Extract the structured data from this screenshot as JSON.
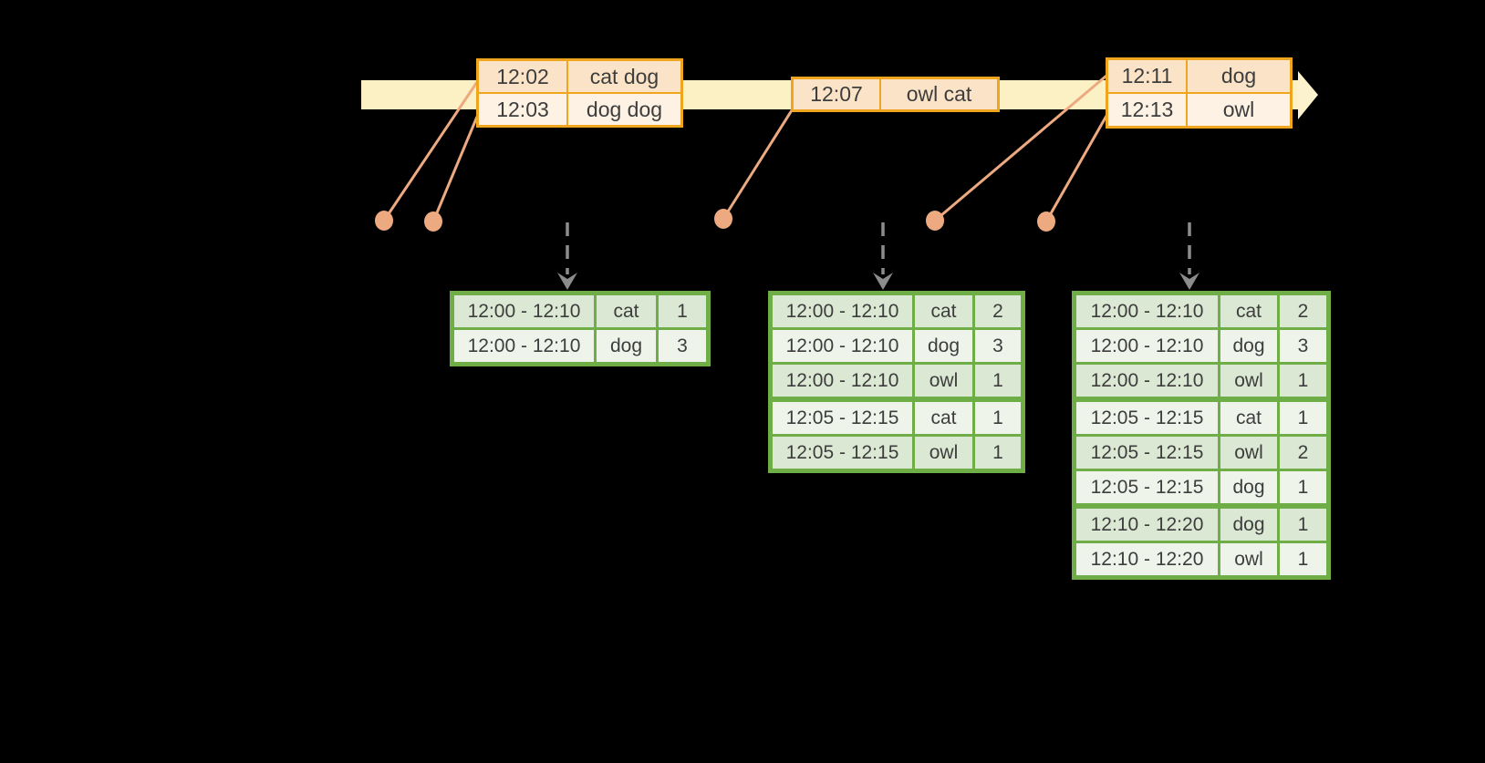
{
  "colors": {
    "background": "#000000",
    "timeline_band": "#fcf0c5",
    "timeline_arrowhead": "#fcf2cd",
    "event_table_border": "#f0a51e",
    "event_row_dark": "#fae3c6",
    "event_row_light": "#fdf2e3",
    "connector": "#edaa80",
    "trigger_arrow": "#8c8c8c",
    "result_table_border": "#6fad47",
    "result_row_dark": "#dbe8d3",
    "result_row_light": "#eff4eb",
    "text": "#3d3d3d"
  },
  "event_tables": [
    {
      "rows": [
        {
          "time": "12:02",
          "words": "cat dog"
        },
        {
          "time": "12:03",
          "words": "dog dog"
        }
      ]
    },
    {
      "rows": [
        {
          "time": "12:07",
          "words": "owl cat"
        }
      ]
    },
    {
      "rows": [
        {
          "time": "12:11",
          "words": "dog"
        },
        {
          "time": "12:13",
          "words": "owl"
        }
      ]
    }
  ],
  "result_tables": [
    {
      "rows": [
        {
          "window": "12:00 - 12:10",
          "word": "cat",
          "count": "1"
        },
        {
          "window": "12:00 - 12:10",
          "word": "dog",
          "count": "3"
        }
      ],
      "group_ends": []
    },
    {
      "rows": [
        {
          "window": "12:00 - 12:10",
          "word": "cat",
          "count": "2"
        },
        {
          "window": "12:00 - 12:10",
          "word": "dog",
          "count": "3"
        },
        {
          "window": "12:00 - 12:10",
          "word": "owl",
          "count": "1"
        },
        {
          "window": "12:05 - 12:15",
          "word": "cat",
          "count": "1"
        },
        {
          "window": "12:05 - 12:15",
          "word": "owl",
          "count": "1"
        }
      ],
      "group_ends": [
        2
      ]
    },
    {
      "rows": [
        {
          "window": "12:00 - 12:10",
          "word": "cat",
          "count": "2"
        },
        {
          "window": "12:00 - 12:10",
          "word": "dog",
          "count": "3"
        },
        {
          "window": "12:00 - 12:10",
          "word": "owl",
          "count": "1"
        },
        {
          "window": "12:05 - 12:15",
          "word": "cat",
          "count": "1"
        },
        {
          "window": "12:05 - 12:15",
          "word": "owl",
          "count": "2"
        },
        {
          "window": "12:05 - 12:15",
          "word": "dog",
          "count": "1"
        },
        {
          "window": "12:10 - 12:20",
          "word": "dog",
          "count": "1"
        },
        {
          "window": "12:10 - 12:20",
          "word": "owl",
          "count": "1"
        }
      ],
      "group_ends": [
        2,
        5
      ]
    }
  ]
}
